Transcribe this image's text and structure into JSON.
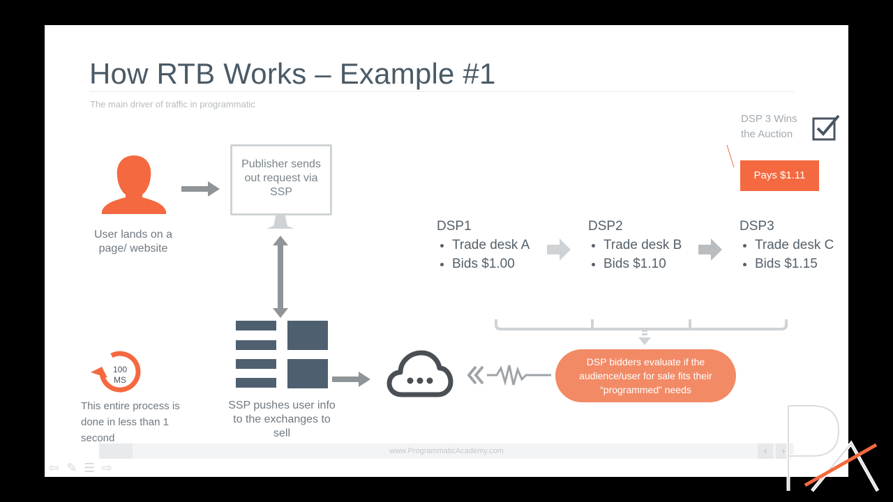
{
  "slide": {
    "title": "How RTB Works – Example #1",
    "subtitle": "The main driver of traffic in programmatic",
    "user_caption": "User lands on a page/ website",
    "publisher_text": "Publisher sends out request via SSP",
    "ssp_caption": "SSP pushes user info to the exchanges to sell",
    "timer_label_top": "100",
    "timer_label_bottom": "MS",
    "timer_caption": "This entire process is done in less than 1 second",
    "winner_text": "DSP 3 Wins the Auction",
    "pays_label": "Pays $1.11",
    "evaluate_text": "DSP bidders evaluate if the audience/user for sale fits their “programmed” needs",
    "footer_url": "www.ProgrammaticAcademy.com",
    "dsps": [
      {
        "name": "DSP1",
        "trade_desk": "Trade desk A",
        "bid": "Bids $1.00"
      },
      {
        "name": "DSP2",
        "trade_desk": "Trade desk B",
        "bid": "Bids $1.10"
      },
      {
        "name": "DSP3",
        "trade_desk": "Trade desk C",
        "bid": "Bids $1.15"
      }
    ]
  },
  "colors": {
    "accent_orange": "#f4693f",
    "oval_orange": "#f28a66",
    "ssp_slate": "#4e5f70",
    "arrow_gray": "#9ea3a7"
  },
  "icons": {
    "user": "user-silhouette-icon",
    "monitor": "monitor-icon",
    "cloud": "cloud-icon",
    "checkbox": "checked-box-icon",
    "timer": "timer-cycle-icon",
    "logo": "programmatic-academy-logo"
  },
  "player": {
    "prev": "⇦",
    "edit": "✎",
    "menu": "☰",
    "next": "⇨"
  }
}
